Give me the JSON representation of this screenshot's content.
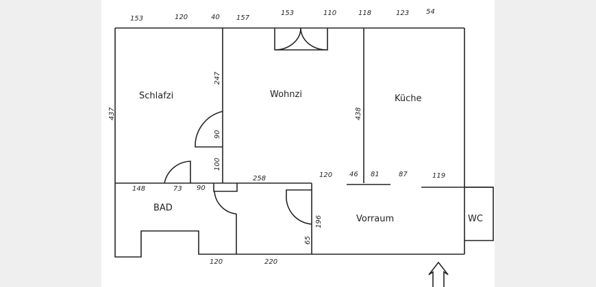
{
  "rooms": {
    "schlafzi": "Schlafzi",
    "wohnzi": "Wohnzi",
    "kueche": "Küche",
    "bad": "BAD",
    "vorraum": "Vorraum",
    "wc": "WC"
  },
  "top_dims": [
    "153",
    "120",
    "40",
    "157",
    "153",
    "110",
    "118",
    "123",
    "54"
  ],
  "mid_dims": [
    "148",
    "73",
    "90",
    "258",
    "120",
    "46",
    "81",
    "87",
    "119"
  ],
  "bottom_dims": [
    "120",
    "220"
  ],
  "vertical_dims": {
    "left": "437",
    "wall_upper": "247",
    "door": "90",
    "wall_lower": "100",
    "kitchen": "438",
    "vorraum_upper": "196",
    "vorraum_lower": "65"
  }
}
